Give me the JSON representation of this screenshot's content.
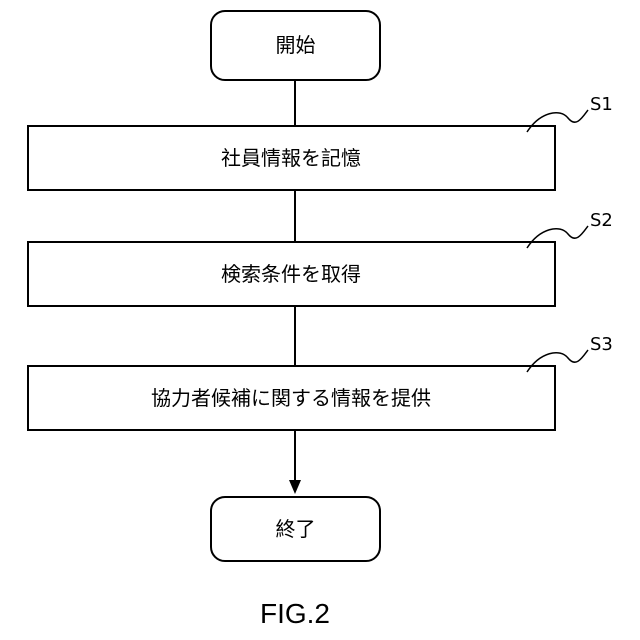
{
  "start": {
    "label": "開始"
  },
  "steps": [
    {
      "id": "S1",
      "label": "社員情報を記憶"
    },
    {
      "id": "S2",
      "label": "検索条件を取得"
    },
    {
      "id": "S3",
      "label": "協力者候補に関する情報を提供"
    }
  ],
  "end": {
    "label": "終了"
  },
  "figure_caption": "FIG.2"
}
